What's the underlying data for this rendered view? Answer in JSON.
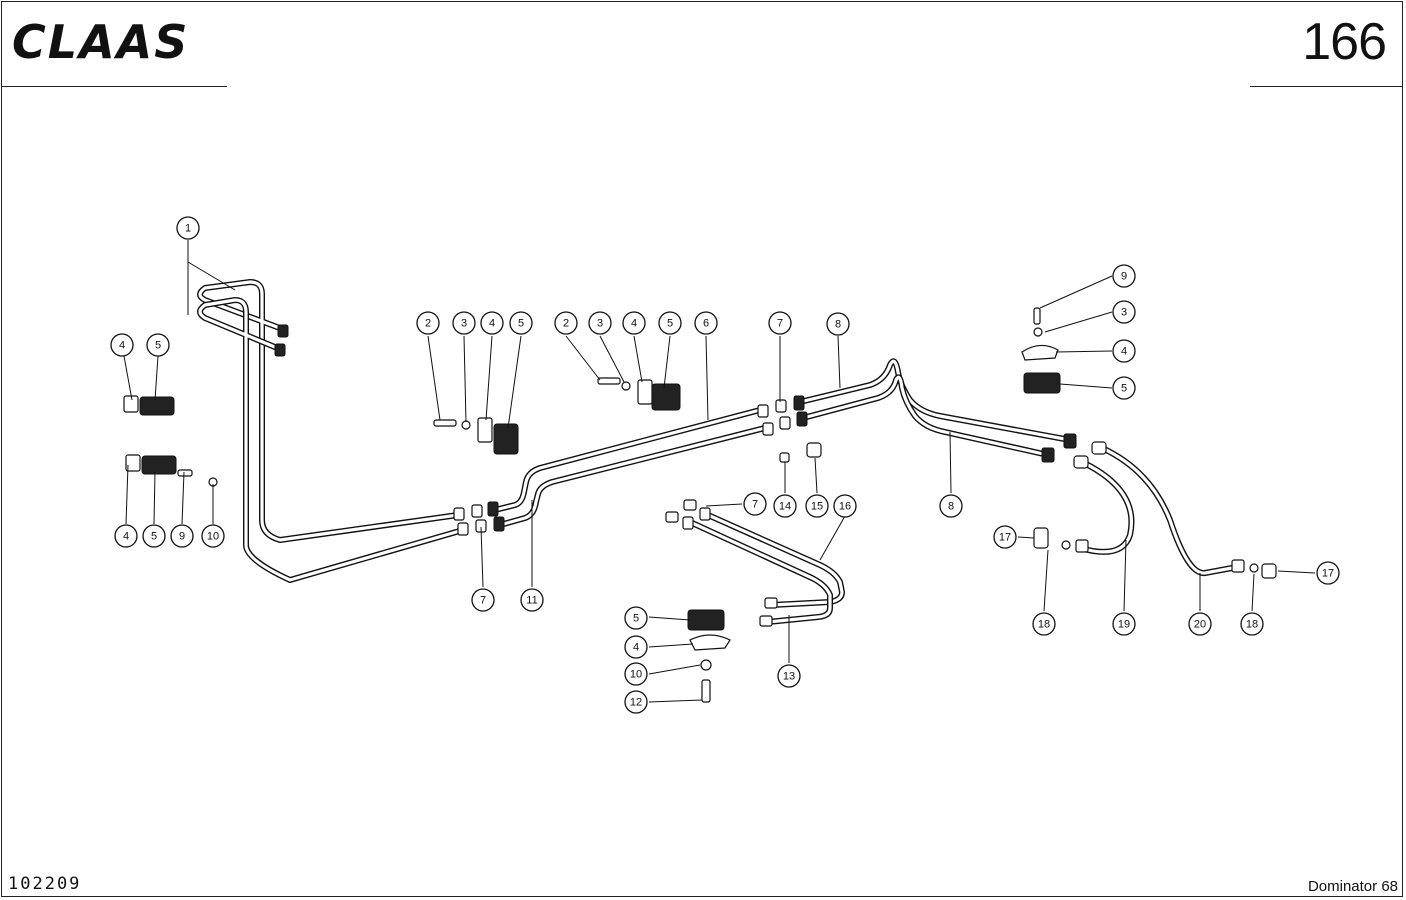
{
  "header": {
    "brand": "CLAAS",
    "page_number": "166"
  },
  "footer": {
    "drawing_number": "102209",
    "model": "Dominator 68"
  },
  "callouts": [
    {
      "id": "c1",
      "label": "1"
    },
    {
      "id": "c2",
      "label": "4"
    },
    {
      "id": "c3",
      "label": "5"
    },
    {
      "id": "c4",
      "label": "4"
    },
    {
      "id": "c5",
      "label": "5"
    },
    {
      "id": "c6",
      "label": "9"
    },
    {
      "id": "c7",
      "label": "10"
    },
    {
      "id": "c8",
      "label": "2"
    },
    {
      "id": "c9",
      "label": "3"
    },
    {
      "id": "c10",
      "label": "4"
    },
    {
      "id": "c11",
      "label": "5"
    },
    {
      "id": "c12",
      "label": "2"
    },
    {
      "id": "c13",
      "label": "3"
    },
    {
      "id": "c14",
      "label": "4"
    },
    {
      "id": "c15",
      "label": "5"
    },
    {
      "id": "c16",
      "label": "6"
    },
    {
      "id": "c17",
      "label": "7"
    },
    {
      "id": "c18",
      "label": "8"
    },
    {
      "id": "c19",
      "label": "7"
    },
    {
      "id": "c20",
      "label": "11"
    },
    {
      "id": "c21",
      "label": "7"
    },
    {
      "id": "c22",
      "label": "14"
    },
    {
      "id": "c23",
      "label": "15"
    },
    {
      "id": "c24",
      "label": "16"
    },
    {
      "id": "c25",
      "label": "5"
    },
    {
      "id": "c26",
      "label": "4"
    },
    {
      "id": "c27",
      "label": "10"
    },
    {
      "id": "c28",
      "label": "12"
    },
    {
      "id": "c29",
      "label": "13"
    },
    {
      "id": "c30",
      "label": "8"
    },
    {
      "id": "c31",
      "label": "9"
    },
    {
      "id": "c32",
      "label": "3"
    },
    {
      "id": "c33",
      "label": "4"
    },
    {
      "id": "c34",
      "label": "5"
    },
    {
      "id": "c35",
      "label": "17"
    },
    {
      "id": "c36",
      "label": "18"
    },
    {
      "id": "c37",
      "label": "19"
    },
    {
      "id": "c38",
      "label": "20"
    },
    {
      "id": "c39",
      "label": "18"
    },
    {
      "id": "c40",
      "label": "17"
    }
  ]
}
